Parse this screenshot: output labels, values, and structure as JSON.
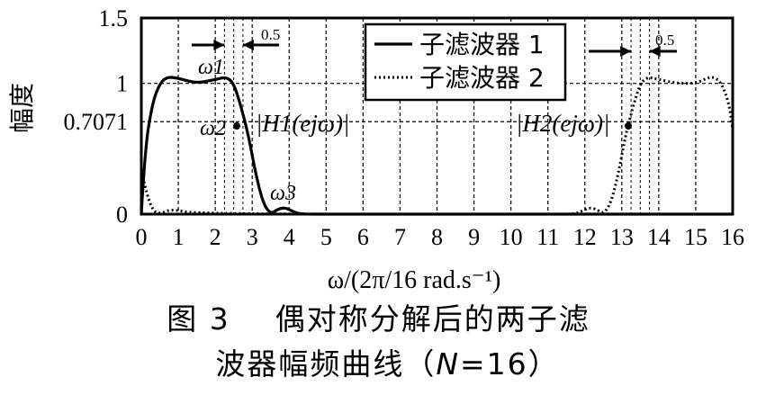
{
  "chart_data": {
    "type": "line",
    "xlabel": "ω/(2π/16 rad.s⁻¹)",
    "ylabel": "幅度",
    "xlim": [
      0,
      16
    ],
    "ylim": [
      0,
      1.5
    ],
    "x_ticks": [
      "0",
      "1",
      "2",
      "3",
      "4",
      "5",
      "6",
      "7",
      "8",
      "9",
      "10",
      "11",
      "12",
      "13",
      "14",
      "15",
      "16"
    ],
    "y_ticks": [
      {
        "value": 1.5,
        "label": "1.5"
      },
      {
        "value": 1.0,
        "label": "1"
      },
      {
        "value": 0.7071,
        "label": "0.7071"
      },
      {
        "value": 0,
        "label": "0"
      }
    ],
    "grid": true,
    "legend_position": "top-center",
    "series": [
      {
        "name": "子滤波器 1",
        "style": "solid",
        "x": [
          0,
          0.1,
          0.3,
          0.5,
          0.7,
          1.0,
          1.5,
          2.0,
          2.3,
          2.5,
          2.7,
          2.9,
          3.1,
          3.3,
          3.5,
          3.7,
          3.9,
          4.1,
          4.3,
          5,
          8,
          11,
          16
        ],
        "y": [
          0.0,
          0.5,
          0.85,
          1.0,
          1.05,
          1.04,
          1.0,
          1.03,
          1.05,
          1.0,
          0.82,
          0.6,
          0.3,
          0.08,
          0.0,
          0.04,
          0.05,
          0.02,
          0.0,
          0,
          0,
          0,
          0
        ]
      },
      {
        "name": "子滤波器 2",
        "style": "dotted",
        "x": [
          0,
          0.1,
          0.3,
          0.5,
          0.8,
          1.5,
          11,
          11.7,
          11.9,
          12.1,
          12.3,
          12.5,
          12.7,
          12.9,
          13.1,
          13.3,
          13.5,
          13.7,
          14.0,
          14.5,
          15.0,
          15.3,
          15.5,
          15.7,
          15.9,
          16
        ],
        "y": [
          0.35,
          0.2,
          0.03,
          0.0,
          0.04,
          0.0,
          0,
          0.0,
          0.02,
          0.05,
          0.04,
          0.0,
          0.08,
          0.3,
          0.6,
          0.82,
          1.0,
          1.05,
          1.03,
          1.0,
          1.0,
          1.04,
          1.05,
          1.0,
          0.85,
          0.65
        ]
      }
    ],
    "annotations": {
      "omega1": "ω1",
      "omega2": "ω2",
      "omega3": "ω3",
      "h1": "|H1(ejω)|",
      "h2": "|H2(ejω)|",
      "half_step_left": "0.5",
      "half_step_right": "0.5"
    }
  },
  "caption": {
    "fig_label": "图 3",
    "line1": "偶对称分解后的两子滤",
    "line2_prefix": "波器幅频曲线（",
    "n_symbol": "N",
    "line2_suffix": "=16）"
  }
}
